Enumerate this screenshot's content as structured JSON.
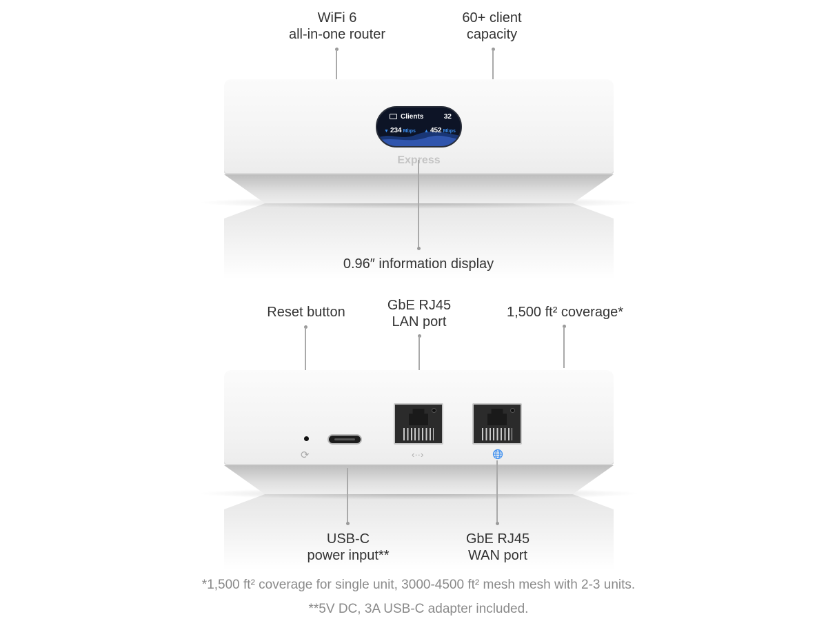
{
  "callouts": {
    "wifi": {
      "line1": "WiFi 6",
      "line2": "all-in-one router"
    },
    "clients": {
      "line1": "60+ client",
      "line2": "capacity"
    },
    "display": {
      "line1": "0.96″ information display"
    },
    "reset": {
      "line1": "Reset button"
    },
    "lan": {
      "line1": "GbE RJ45",
      "line2": "LAN port"
    },
    "coverage": {
      "line1": "1,500 ft² coverage*"
    },
    "usbc": {
      "line1": "USB-C",
      "line2": "power input**"
    },
    "wan": {
      "line1": "GbE RJ45",
      "line2": "WAN port"
    }
  },
  "device": {
    "brand": "Express",
    "screen": {
      "clients_label": "Clients",
      "clients_count": "32",
      "download_value": "234",
      "download_unit": "Mbps",
      "upload_value": "452",
      "upload_unit": "Mbps"
    }
  },
  "icons": {
    "reset": "reset-icon",
    "lan": "lan-icon",
    "wan": "globe-icon"
  },
  "colors": {
    "accent": "#3b8ef0",
    "screen_bg": "#0d1426"
  },
  "footnotes": {
    "coverage": "*1,500 ft² coverage for single unit, 3000-4500 ft² mesh mesh with 2-3 units.",
    "adapter": "**5V DC, 3A USB-C adapter included."
  }
}
